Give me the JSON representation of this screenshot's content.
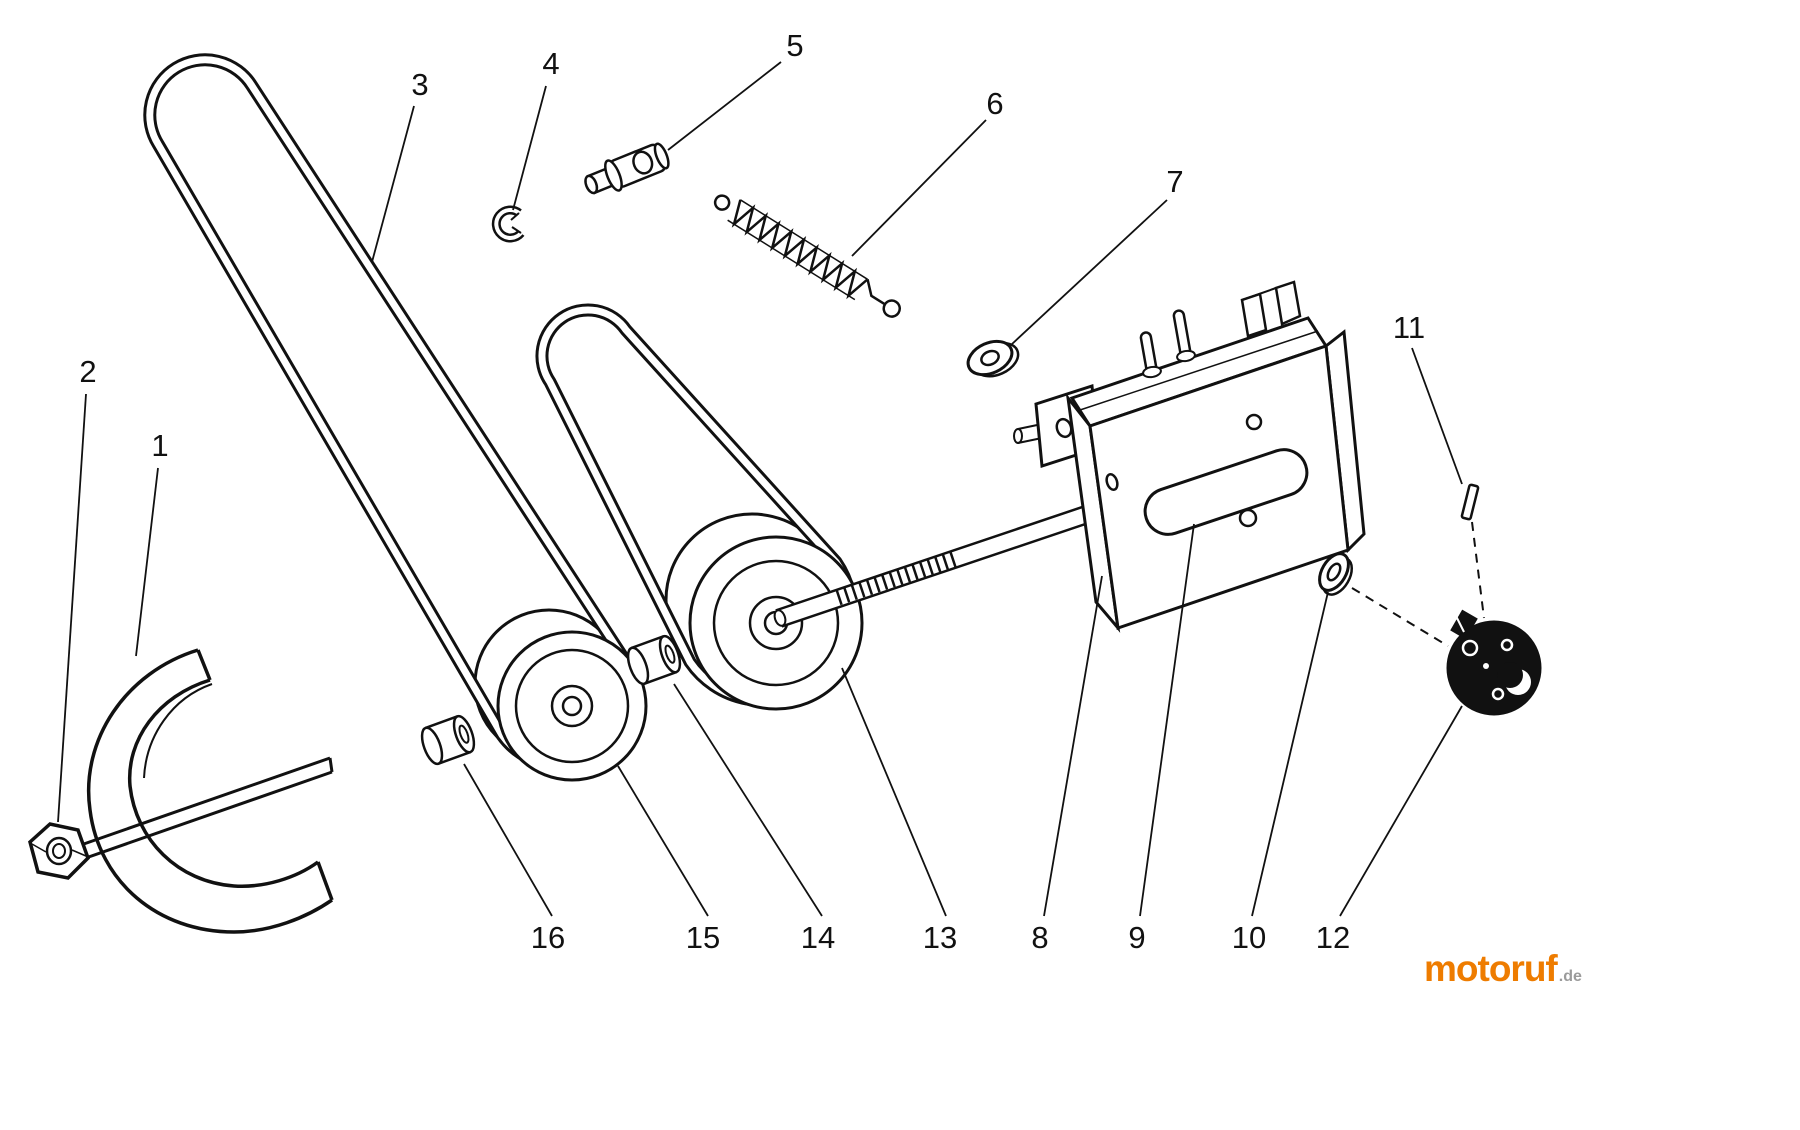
{
  "diagram": {
    "background": "#ffffff",
    "line_color": "#111111",
    "type": "exploded-parts-diagram"
  },
  "parts": [
    {
      "label": "1"
    },
    {
      "label": "2"
    },
    {
      "label": "3"
    },
    {
      "label": "4"
    },
    {
      "label": "5"
    },
    {
      "label": "6"
    },
    {
      "label": "7"
    },
    {
      "label": "8"
    },
    {
      "label": "9"
    },
    {
      "label": "10"
    },
    {
      "label": "11"
    },
    {
      "label": "12"
    },
    {
      "label": "13"
    },
    {
      "label": "14"
    },
    {
      "label": "15"
    },
    {
      "label": "16"
    }
  ],
  "watermark": {
    "brand": "motoruf",
    "suffix": ".de",
    "brand_color": "#ee7c00",
    "suffix_color": "#9b9b9b"
  }
}
